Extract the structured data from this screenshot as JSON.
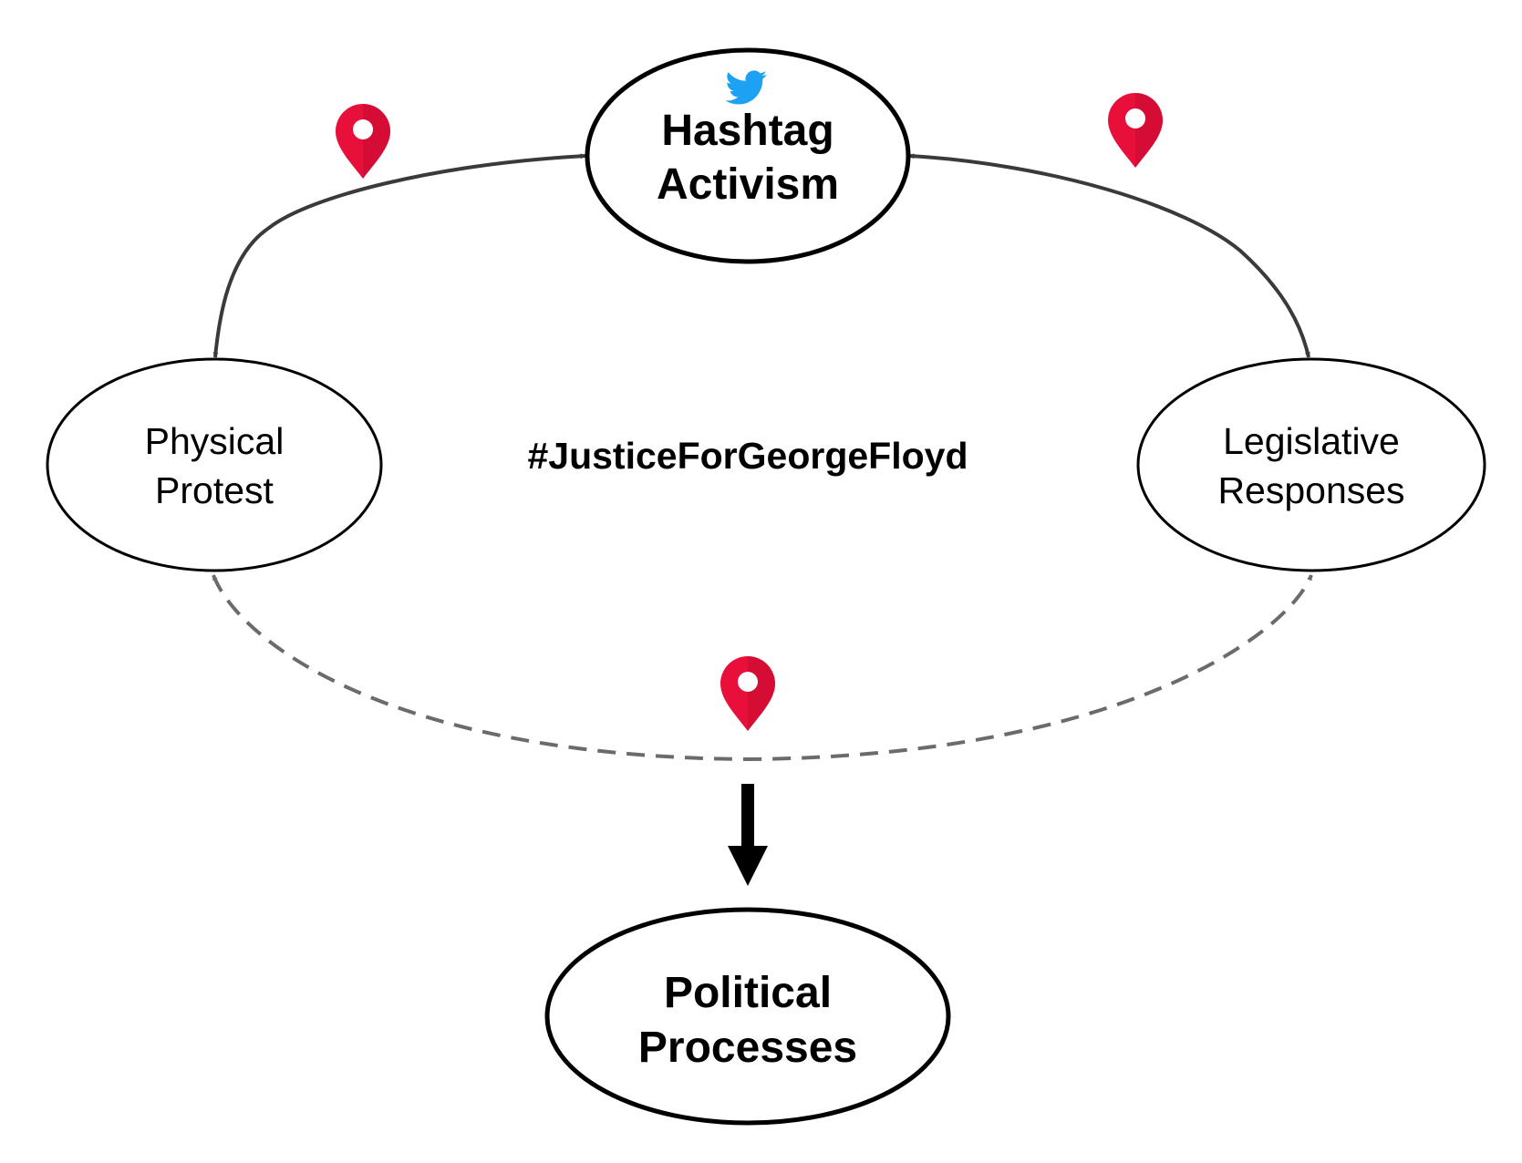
{
  "nodes": {
    "hashtag_activism": {
      "line1": "Hashtag",
      "line2": "Activism"
    },
    "physical_protest": {
      "line1": "Physical",
      "line2": "Protest"
    },
    "legislative_responses": {
      "line1": "Legislative",
      "line2": "Responses"
    },
    "political_processes": {
      "line1": "Political",
      "line2": "Processes"
    }
  },
  "center_text": "#JusticeForGeorgeFloyd",
  "icons": {
    "top_node_icon": "twitter-bird-icon",
    "pins": [
      "location-pin-icon",
      "location-pin-icon",
      "location-pin-icon"
    ]
  },
  "colors": {
    "pin": "#e8103a",
    "twitter": "#1da1f2",
    "solid_arrow": "#3a3a3a",
    "dashed_arrow": "#6b6b6b",
    "outline": "#000000"
  }
}
